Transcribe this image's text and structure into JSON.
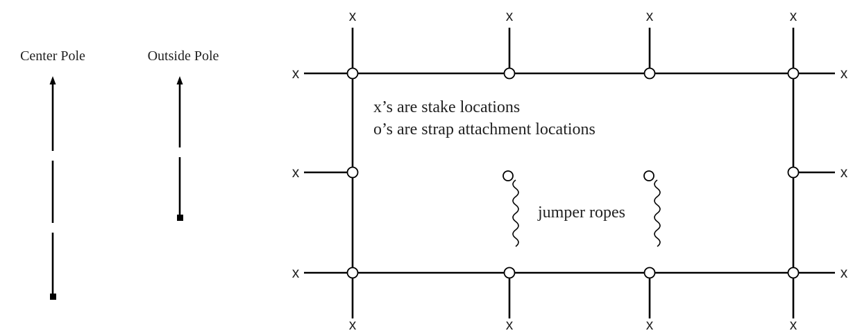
{
  "poles": {
    "center_label": "Center Pole",
    "outside_label": "Outside Pole"
  },
  "legend": {
    "stake_note": "x’s are stake locations",
    "strap_note": "o’s are strap attachment locations"
  },
  "ropes_label": "jumper ropes",
  "stake_mark": "x"
}
